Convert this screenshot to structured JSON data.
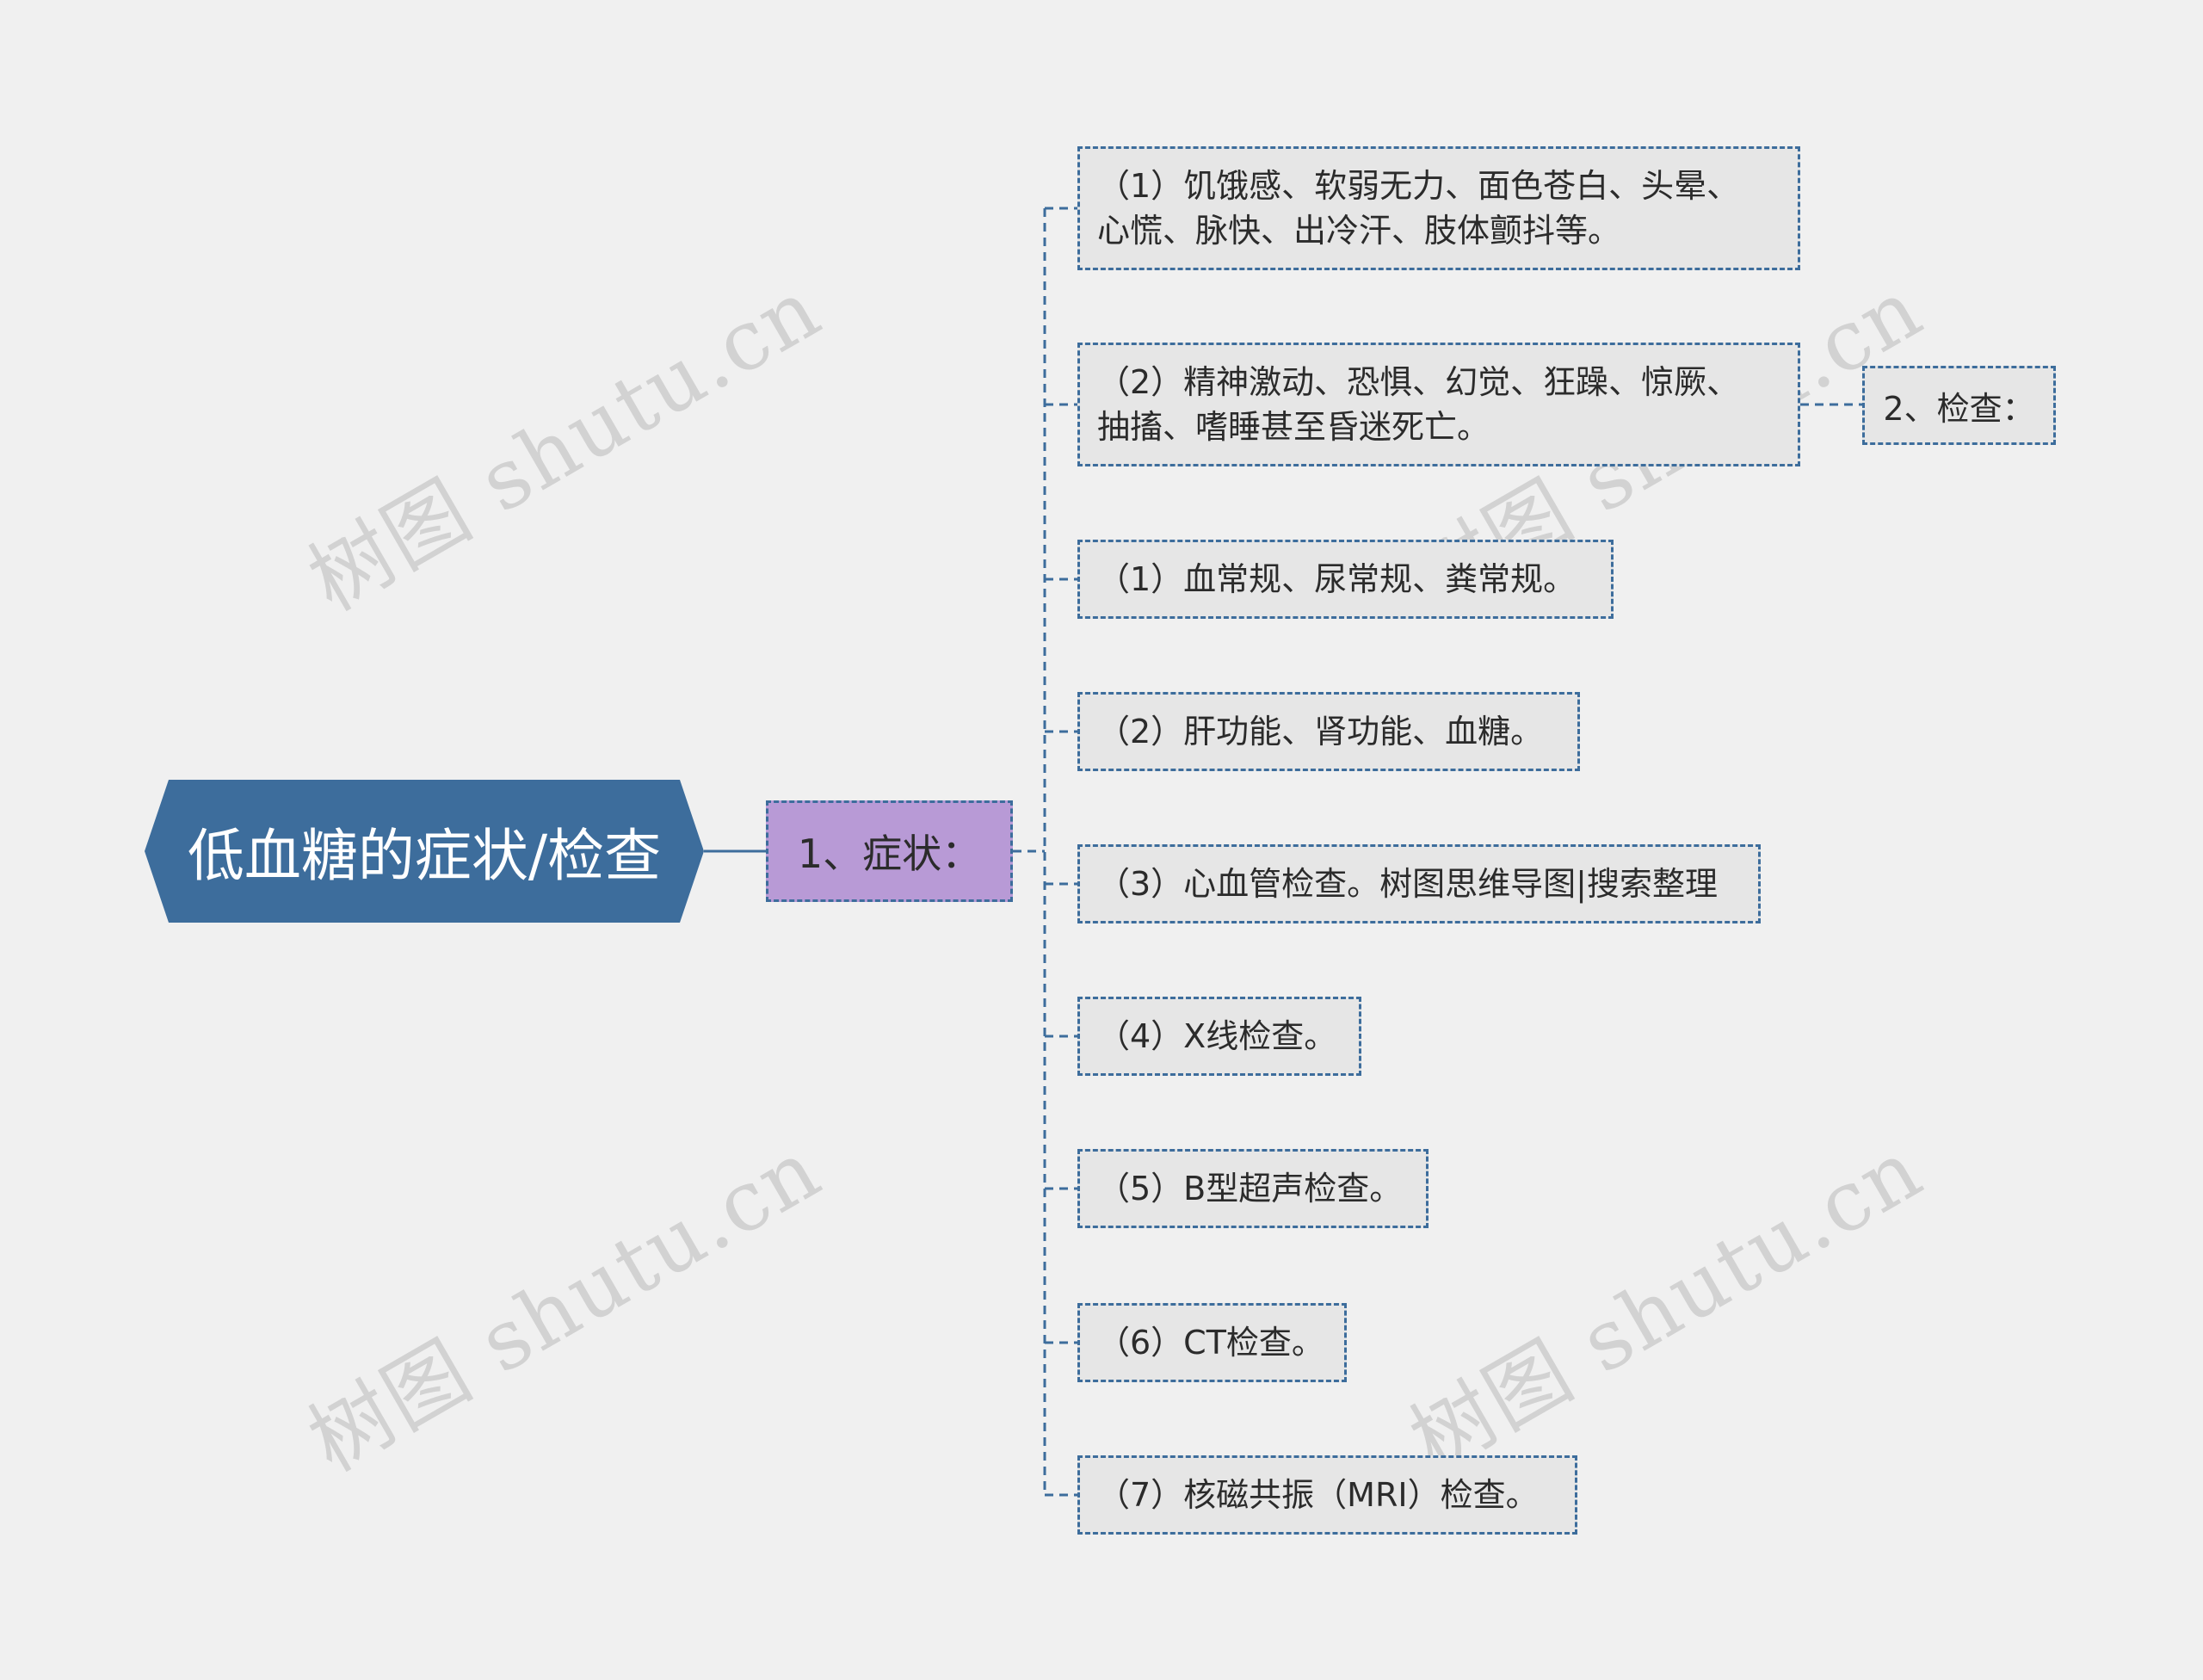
{
  "root": {
    "label": "低血糖的症状/检查"
  },
  "level1": {
    "label": "1、症状："
  },
  "symptoms": [
    {
      "text": "（1）饥饿感、软弱无力、面色苍白、头晕、\n心慌、脉快、出冷汗、肢体颤抖等。"
    },
    {
      "text": "（2）精神激动、恐惧、幻觉、狂躁、惊厥、\n抽搐、嗜睡甚至昏迷死亡。"
    }
  ],
  "check_label": "2、检查：",
  "checks": [
    {
      "text": "（1）血常规、尿常规、粪常规。"
    },
    {
      "text": "（2）肝功能、肾功能、血糖。"
    },
    {
      "text": "（3）心血管检查。树图思维导图|搜索整理"
    },
    {
      "text": "（4）X线检查。"
    },
    {
      "text": "（5）B型超声检查。"
    },
    {
      "text": "（6）CT检查。"
    },
    {
      "text": "（7）核磁共振（MRI）检查。"
    }
  ],
  "watermark": "树图 shutu.cn",
  "colors": {
    "background": "#f0f0f0",
    "root_fill": "#3d6d9c",
    "level1_fill": "#b89ad6",
    "leaf_fill": "#e6e6e6",
    "border": "#3d6d9c",
    "text": "#2b2b2b"
  }
}
